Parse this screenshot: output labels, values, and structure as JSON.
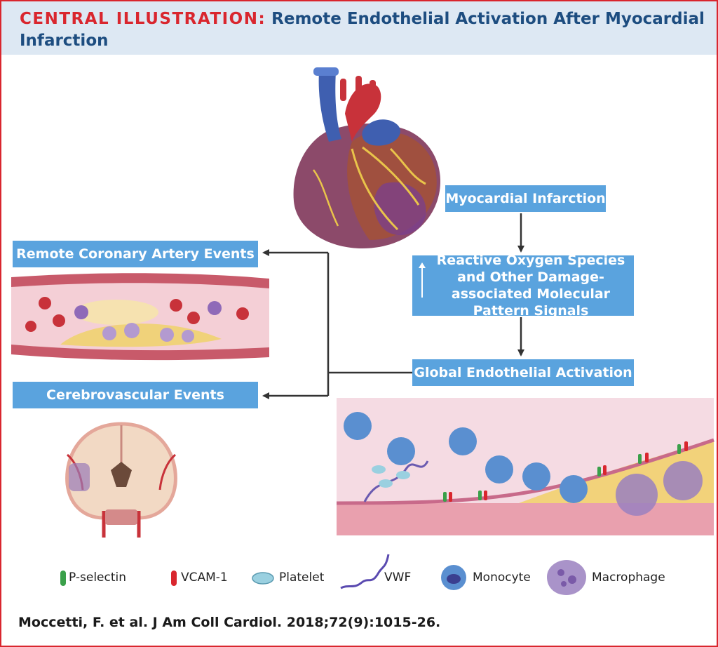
{
  "header": {
    "kicker": "CENTRAL ILLUSTRATION:",
    "title": "Remote Endothelial Activation After Myocardial Infarction"
  },
  "flow": {
    "myocardial_infarction": "Myocardial Infarction",
    "ros_signals": "Reactive Oxygen Species and Other Damage-associated Molecular Pattern Signals",
    "global_activation": "Global Endothelial Activation",
    "remote_coronary": "Remote Coronary Artery Events",
    "cerebrovascular": "Cerebrovascular Events"
  },
  "legend": {
    "p_selectin": "P-selectin",
    "vcam1": "VCAM-1",
    "platelet": "Platelet",
    "vwf": "VWF",
    "monocyte": "Monocyte",
    "macrophage": "Macrophage"
  },
  "citation": "Moccetti, F. et al. J Am Coll Cardiol. 2018;72(9):1015-26.",
  "colors": {
    "accent_red": "#d9262e",
    "title_blue": "#1d4d80",
    "box_blue": "#5aa3de",
    "header_bg": "#dde8f3"
  }
}
